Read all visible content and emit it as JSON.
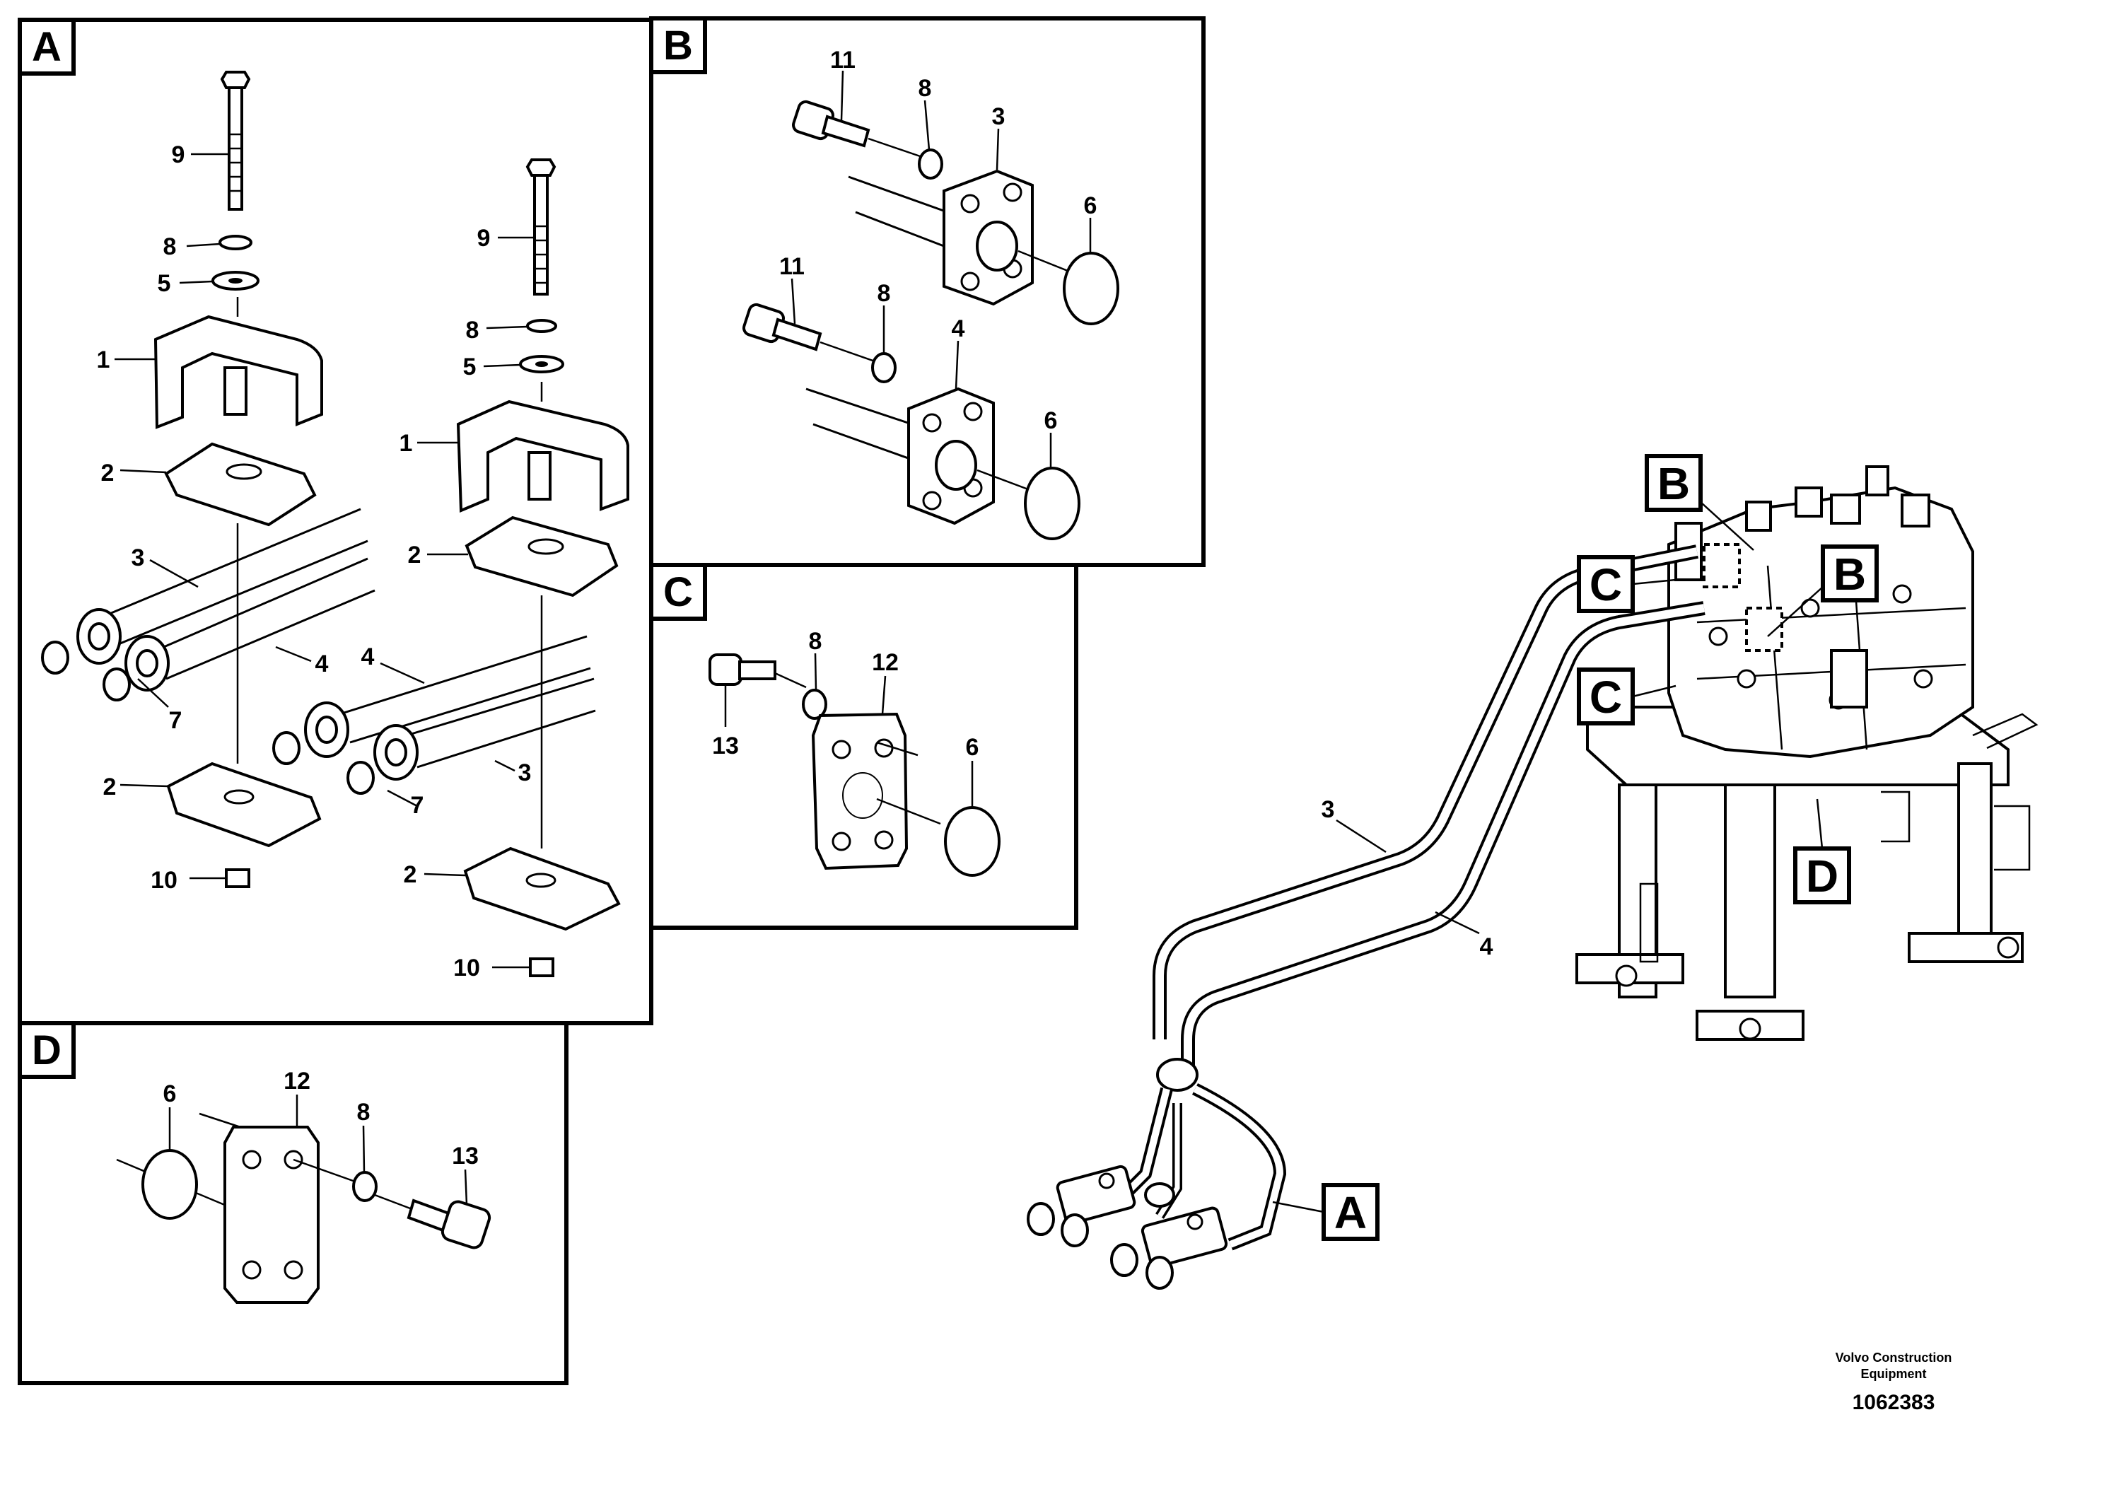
{
  "panels": {
    "A": {
      "letter": "A",
      "labels": {
        "l9a": "9",
        "l8a": "8",
        "l5a": "5",
        "l1a": "1",
        "l2a": "2",
        "l3a": "3",
        "l4a": "4",
        "l7a": "7",
        "l2c": "2",
        "l10a": "10",
        "l9b": "9",
        "l8b": "8",
        "l5b": "5",
        "l1b": "1",
        "l2b": "2",
        "l4b": "4",
        "l3b": "3",
        "l7b": "7",
        "l2d": "2",
        "l10b": "10"
      }
    },
    "B": {
      "letter": "B",
      "labels": {
        "l11a": "11",
        "l8a": "8",
        "l3": "3",
        "l6a": "6",
        "l11b": "11",
        "l8b": "8",
        "l4": "4",
        "l6b": "6"
      }
    },
    "C": {
      "letter": "C",
      "labels": {
        "l8": "8",
        "l12": "12",
        "l13": "13",
        "l6": "6"
      }
    },
    "D": {
      "letter": "D",
      "labels": {
        "l6": "6",
        "l12": "12",
        "l8": "8",
        "l13": "13"
      }
    }
  },
  "overview": {
    "callouts": {
      "B1": "B",
      "C1": "C",
      "B2": "B",
      "C2": "C",
      "D": "D",
      "A": "A"
    },
    "labels": {
      "l3": "3",
      "l4": "4"
    }
  },
  "footer": {
    "company_line1": "Volvo Construction",
    "company_line2": "Equipment",
    "drawing_number": "1062383"
  }
}
